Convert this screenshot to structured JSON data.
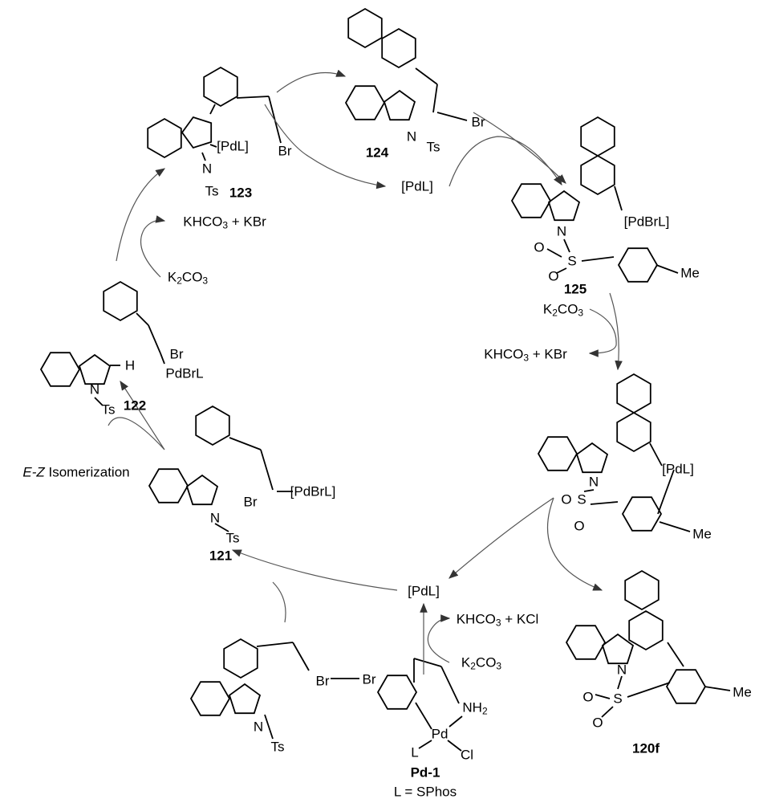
{
  "diagram": {
    "compounds": {
      "c123": {
        "label": "123",
        "atoms": {
          "br": "Br",
          "pd": "[PdL]",
          "n": "N",
          "ts": "Ts"
        }
      },
      "c124": {
        "label": "124",
        "atoms": {
          "br": "Br",
          "n": "N",
          "ts": "Ts"
        }
      },
      "c125": {
        "label": "125",
        "atoms": {
          "pd": "[PdBrL]",
          "n": "N",
          "s": "S",
          "o1": "O",
          "o2": "O",
          "me": "Me"
        }
      },
      "palladacycle": {
        "atoms": {
          "pd": "[PdL]",
          "n": "N",
          "s": "S",
          "o1": "O",
          "o2": "O",
          "me": "Me"
        }
      },
      "c120f": {
        "label": "120f",
        "atoms": {
          "n": "N",
          "s": "S",
          "o1": "O",
          "o2": "O",
          "me": "Me"
        }
      },
      "c121": {
        "label": "121",
        "atoms": {
          "br": "Br",
          "pd": "[PdBrL]",
          "n": "N",
          "ts": "Ts"
        }
      },
      "c122": {
        "label": "122",
        "atoms": {
          "h": "H",
          "br": "Br",
          "pd": "PdBrL",
          "n": "N",
          "ts": "Ts"
        }
      },
      "substrate": {
        "atoms": {
          "br1": "Br",
          "br2": "Br",
          "n": "N",
          "ts": "Ts"
        }
      },
      "pd1": {
        "label": "Pd-1",
        "atoms": {
          "nh": "NH",
          "nh_sub": "2",
          "pd": "Pd",
          "l": "L",
          "cl": "Cl"
        },
        "ligand_note": "L = SPhos"
      }
    },
    "species": {
      "pdl_top": "[PdL]",
      "pdl_bottom": "[PdL]",
      "byproduct_top_left": {
        "main": "KHCO",
        "sub": "3",
        "rest": " + KBr"
      },
      "base_top_left": {
        "main": "K",
        "sub": "2",
        "rest": "CO",
        "sub2": "3"
      },
      "base_right": {
        "main": "K",
        "sub": "2",
        "rest": "CO",
        "sub2": "3"
      },
      "byproduct_right": {
        "main": "KHCO",
        "sub": "3",
        "rest": " + KBr"
      },
      "byproduct_bottom": {
        "main": "KHCO",
        "sub": "3",
        "rest": " + KCl"
      },
      "base_bottom": {
        "main": "K",
        "sub": "2",
        "rest": "CO",
        "sub2": "3"
      }
    },
    "step_label": {
      "italic": "E-Z",
      "rest": " Isomerization"
    }
  }
}
